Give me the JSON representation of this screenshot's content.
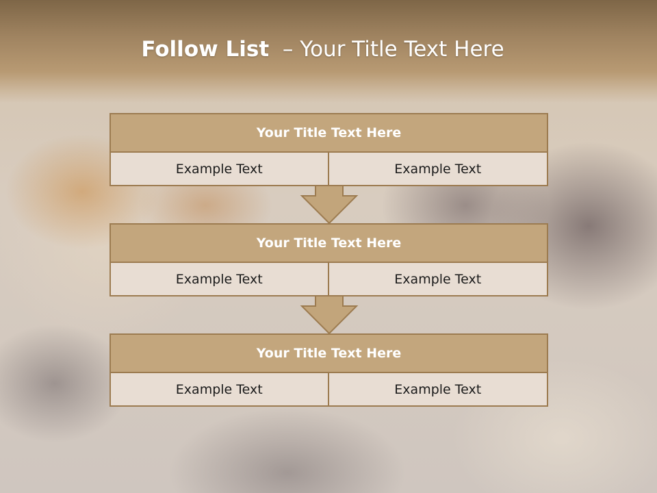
{
  "slide": {
    "title_bold": "Follow List",
    "title_rest": "  – Your Title Text Here"
  },
  "steps": [
    {
      "title": "Your Title Text Here",
      "left": "Example Text",
      "right": "Example Text"
    },
    {
      "title": "Your Title Text Here",
      "left": "Example Text",
      "right": "Example Text"
    },
    {
      "title": "Your Title Text Here",
      "left": "Example Text",
      "right": "Example Text"
    }
  ],
  "colors": {
    "header_band": "#9f8360",
    "title_box": "#c3a67d",
    "border": "#9c7b50",
    "cell_fill": "#e8ddd3",
    "arrow_fill": "#c2a57b"
  }
}
